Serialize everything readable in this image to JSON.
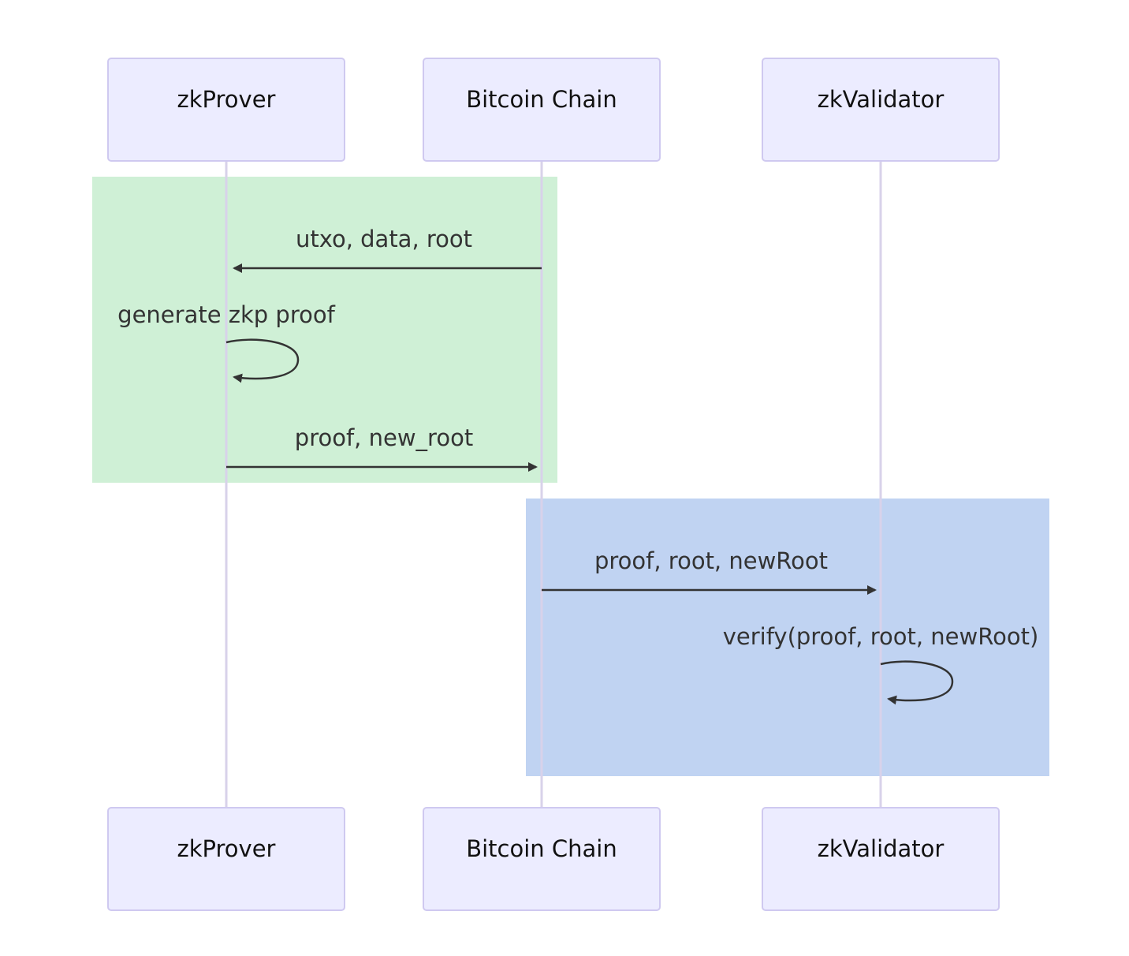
{
  "colors": {
    "actor_fill": "#ececff",
    "actor_border": "#cfc9f0",
    "lifeline": "#d8d2ea",
    "region_green": "#cff0d6",
    "region_blue": "#c0d3f2",
    "arrow": "#333333"
  },
  "actors": [
    {
      "id": "zkProver",
      "label": "zkProver"
    },
    {
      "id": "bitcoin",
      "label": "Bitcoin Chain"
    },
    {
      "id": "zkValidator",
      "label": "zkValidator"
    }
  ],
  "messages": [
    {
      "from": "Bitcoin Chain",
      "to": "zkProver",
      "label": "utxo, data, root"
    },
    {
      "from": "zkProver",
      "to": "zkProver",
      "label": "generate zkp proof"
    },
    {
      "from": "zkProver",
      "to": "Bitcoin Chain",
      "label": "proof, new_root"
    },
    {
      "from": "Bitcoin Chain",
      "to": "zkValidator",
      "label": "proof, root, newRoot"
    },
    {
      "from": "zkValidator",
      "to": "zkValidator",
      "label": "verify(proof, root, newRoot)"
    }
  ]
}
